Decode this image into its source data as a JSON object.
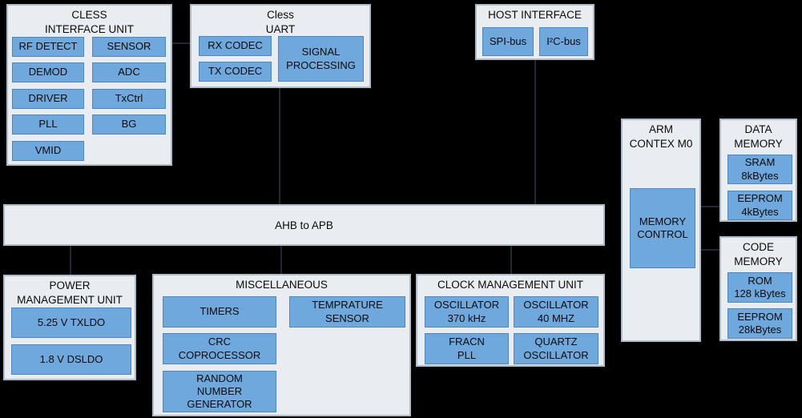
{
  "colors": {
    "background": "#000000",
    "panel_fill": "#e9edf2",
    "panel_border": "#aebdc8",
    "block_fill": "#6fa8dc",
    "block_border": "#4e87bf",
    "connector": "#1e2935",
    "text": "#0a0a0a"
  },
  "cless_unit": {
    "title": "CLESS\nINTERFACE UNIT",
    "blocks": {
      "rf_detect": "RF DETECT",
      "sensor": "SENSOR",
      "demod": "DEMOD",
      "adc": "ADC",
      "driver": "DRIVER",
      "txctrl": "TxCtrl",
      "pll": "PLL",
      "bg": "BG",
      "vmid": "VMID"
    }
  },
  "cless_uart": {
    "title": "Cless\nUART",
    "blocks": {
      "rx_codec": "RX CODEC",
      "tx_codec": "TX CODEC",
      "signal_processing": "SIGNAL\nPROCESSING"
    }
  },
  "host_interface": {
    "title": "HOST INTERFACE",
    "blocks": {
      "spi_bus": "SPI-bus",
      "i2c_bus": "I²C-bus"
    }
  },
  "arm": {
    "title": "ARM\nCONTEX M0",
    "blocks": {
      "memory_control": "MEMORY\nCONTROL"
    }
  },
  "data_memory": {
    "title": "DATA\nMEMORY",
    "blocks": {
      "sram": "SRAM\n8kBytes",
      "eeprom": "EEPROM\n4kBytes"
    }
  },
  "code_memory": {
    "title": "CODE\nMEMORY",
    "blocks": {
      "rom": "ROM\n128 kBytes",
      "eeprom": "EEPROM\n28kBytes"
    }
  },
  "bus": {
    "label": "AHB to APB"
  },
  "power_unit": {
    "title": "POWER\nMANAGEMENT UNIT",
    "blocks": {
      "txldo": "5.25 V TXLDO",
      "dsldo": "1.8 V DSLDO"
    }
  },
  "miscellaneous": {
    "title": "MISCELLANEOUS",
    "blocks": {
      "timers": "TIMERS",
      "temp_sensor": "TEMPRATURE\nSENSOR",
      "crc": "CRC\nCOPROCESSOR",
      "rng": "RANDOM\nNUMBER\nGENERATOR"
    }
  },
  "clock_unit": {
    "title": "CLOCK MANAGEMENT UNIT",
    "blocks": {
      "osc_370": "OSCILLATOR\n370 kHz",
      "osc_40": "OSCILLATOR\n40 MHZ",
      "fracn_pll": "FRACN\nPLL",
      "quartz": "QUARTZ\nOSCILLATOR"
    }
  }
}
